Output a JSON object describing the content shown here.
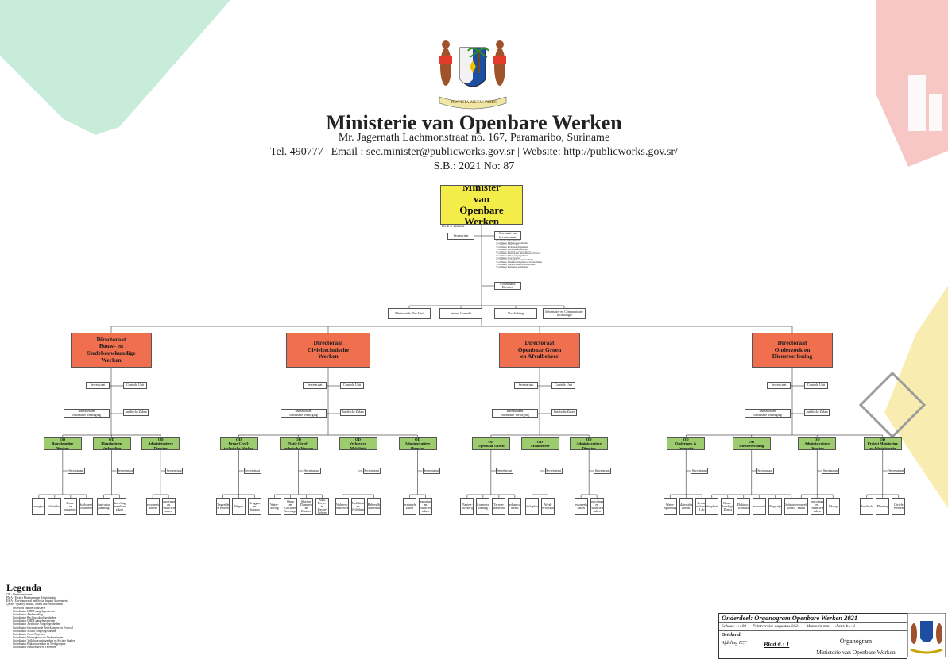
{
  "header": {
    "title": "Ministerie van Openbare Werken",
    "address": "Mr. Jagernath Lachmonstraat no. 167, Paramaribo, Suriname",
    "contact": "Tel. 490777 | Email : sec.minister@publicworks.gov.sr | Website: http://publicworks.gov.sr/",
    "sb": "S.B.: 2021 No: 87",
    "crest_motto": "JUSTITIA  PIETAS  FIDES"
  },
  "org": {
    "minister": {
      "label": "Minister\nvan\nOpenbare Werken",
      "person": "Drs. R. K. Parmessar"
    },
    "secretariaat_min": "Secretariaat",
    "advisors": "Secretaris van\nhet ministerie",
    "staff_units": [
      "Ministeriele Plan Unit",
      "Interne Controle",
      "Voorlichting",
      "Informatie- en Communicatie Technologie"
    ],
    "coord": "Coördinator\nDiensten",
    "directorates": [
      {
        "name": "Directoraat\nBouw- en\nStedebouwkundige\nWerken",
        "support": [
          "Secretariaat",
          "Controle Unit",
          "Bureauzaken\nInformatie Verzorging",
          "Juridische Zaken"
        ],
        "ods": [
          {
            "name": "OD\nBouwkundige\nWerken",
            "units": [
              "Woningbouw",
              "Utiliteitsbouw",
              "Bouw-\nen Woningtoezicht",
              "Stadsbeeld\nMonumenten"
            ]
          },
          {
            "name": "OD\nPlanologie en\nVerkaveling",
            "units": [
              "Infrastructuur-\nplanning",
              "Verkaveling en\nlandmeetkundige\nzaken"
            ]
          },
          {
            "name": "OD\nAdministratieve\nDiensten",
            "units": [
              "Personeels-\nzaken",
              "Begrotings-\nen Financiële\nzaken"
            ]
          }
        ]
      },
      {
        "name": "Directoraat\nCivieltechnische\nWerken",
        "support": [
          "Secretariaat",
          "Controle Unit",
          "Bureauzaken\nInformatie Verzorging",
          "Juridische Zaken"
        ],
        "ods": [
          {
            "name": "OD\nDroge Civiel-\ntechnische Werken",
            "units": [
              "Vliegvelden en Havens",
              "Wegen",
              "Bruggen\nen Steigers"
            ]
          },
          {
            "name": "OD\nNatte Civiel-\ntechnische Werken",
            "units": [
              "Water-\nkering",
              "Open\nen Gesloten\nRioleringen",
              "Sluizen,\nDammen en\nKanalen",
              "Kust,\nRivier- en\nHaven-\nbeheer"
            ]
          },
          {
            "name": "OD\nVerkeer en\nMobiliteit",
            "units": [
              "Verkeers-\nonderzoek",
              "Mobiliteit\nen Veiligheid",
              "Beheer &\nOnderhoud"
            ]
          },
          {
            "name": "OD\nAdministratieve\nDiensten",
            "units": [
              "Personeels-\nzaken",
              "Begrotings-\nen Financiële\nzaken"
            ]
          }
        ]
      },
      {
        "name": "Directoraat\nOpenbaar Groen\nen Afvalbeheer",
        "support": [
          "Secretariaat",
          "Controle Unit",
          "Bureauzaken\nInformatie Verzorging",
          "Juridische Zaken"
        ],
        "ods": [
          {
            "name": "OD\nOpenbaar Groen",
            "units": [
              "Planten-\nkwekerij",
              "Groenvoor-\nziening",
              "Terrein-\nonderhoud",
              "Mechanische\ndienst"
            ]
          },
          {
            "name": "OD\nAfvalbeheer",
            "units": [
              "Vuilophaal",
              "Afval-\nverwerking"
            ]
          },
          {
            "name": "OD\nAdministratieve\nDiensten",
            "units": [
              "Personeels-\nzaken",
              "Begrotings-\nen Financiële\nzaken"
            ]
          }
        ]
      },
      {
        "name": "Directoraat\nOnderzoek en\nDienstverlening",
        "support": [
          "Secretariaat",
          "Controle Unit",
          "Bureauzaken\nInformatie Verzorging",
          "Juridische Zaken"
        ],
        "ods": [
          {
            "name": "OD\nOnderzoek &\nInnovatie",
            "units": [
              "Water-\nloopkundige",
              "Materialen\nDienst",
              "Grond-\nmechanisch\nLab"
            ]
          },
          {
            "name": "OD\nDienstverlening",
            "units": [
              "Werkplaats",
              "Bouw-\nkundige\nDienst",
              "Elektrisch\nTransport",
              "Bevoorrading",
              "Magazijn",
              "Technische\nDienst"
            ]
          },
          {
            "name": "OD\nAdministratieve\nDiensten",
            "units": [
              "Personeels-\nzaken",
              "Begrotings-\nen Financiële\nzaken",
              "Inkoop"
            ]
          },
          {
            "name": "OD\nProject Monitoring\nen Administratie",
            "units": [
              "Juridisch",
              "Planning",
              "Civiele\nWerken"
            ]
          }
        ]
      }
    ]
  },
  "legend": {
    "title": "Legenda",
    "abbreviations": [
      "OD - Onderdirectoraat",
      "PMA - Project Monitoring en Administratie",
      "ESIA - Environmental and Social Impact Assessment",
      "QHSE - Quality, Health, Safety and Environment"
    ],
    "items": [
      "Secretaris van het Ministerie",
      "Coördinator IBRM aangelegenheden",
      "Coördinator Aanbesteding",
      "Coördinator Rechtszaakgelegenheden",
      "Coördinator IBRM aangelegenheden",
      "Coördinator Juridische Aangelegenheden",
      "Coördinator Internationale Betrekkingen en Protocol",
      "Coördinator Milieu Aangelegenheden",
      "Coördinator Grote Projecten",
      "Coördinator Woningbouw en Verkavelingen",
      "Coördinator Volkshuisvestingzaken en Sociale Studies",
      "Coördinator Bijkantoorzaken en Werkgroepen",
      "Coördinator Kustwerken en Terreinen"
    ]
  },
  "title_block": {
    "onderdeel": "Onderdeel: Organogram Openbare Werken 2021",
    "schaal": "Schaal: 1:100",
    "printversie": "Printversie: augustus 2021",
    "maten": "Maten in mm",
    "aant": "Aant. bl.: 1",
    "getekend": "Getekend:",
    "afdeling": "Afdeling ICT",
    "blad": "Blad #.: 1",
    "name1": "Organogram",
    "name2": "Ministerie van Openbare Werken"
  },
  "colors": {
    "minister": "#f4ec48",
    "directorate": "#ef6f4f",
    "od": "#9ccc6e",
    "deco_green": "#c7ecd9",
    "deco_red": "#f6c7c4",
    "deco_yellow": "#f8ecb0"
  }
}
